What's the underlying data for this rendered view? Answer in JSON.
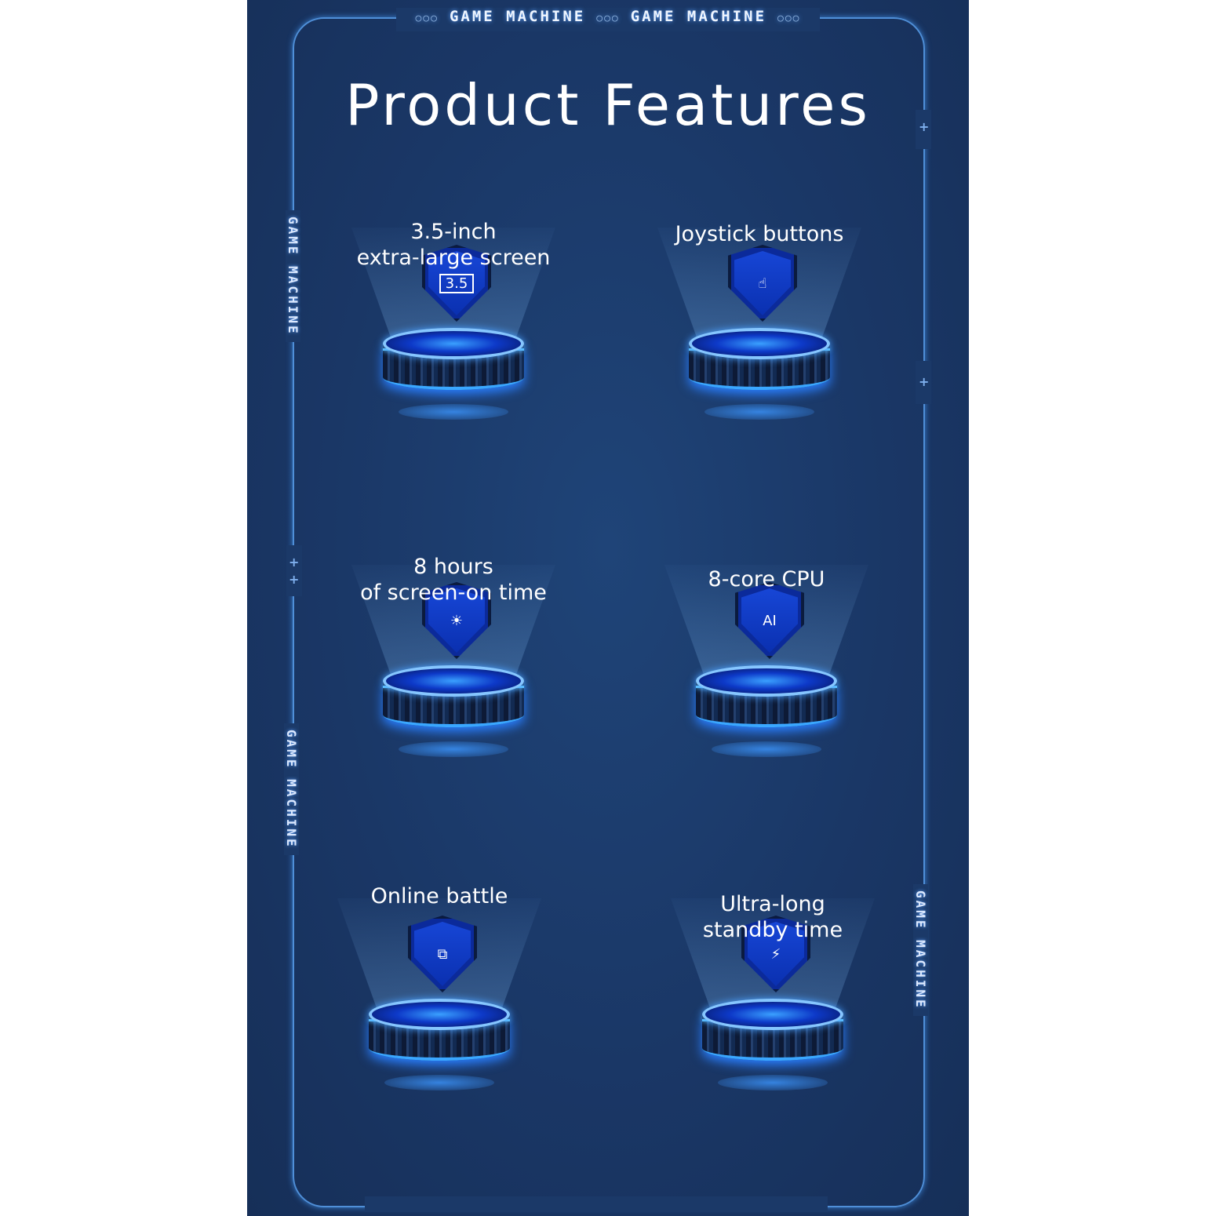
{
  "header": {
    "brand_repeat": [
      "GAME MACHINE",
      "GAME MACHINE"
    ],
    "dots": "○○○"
  },
  "title": "Product Features",
  "side_labels": [
    "GAME MACHINE",
    "GAME MACHINE",
    "GAME MACHINE"
  ],
  "features": [
    {
      "icon": "screen-size-icon",
      "icon_text": "3.5",
      "lines": [
        "3.5-inch",
        "extra-large screen"
      ]
    },
    {
      "icon": "touch-finger-icon",
      "icon_text": "",
      "lines": [
        "Joystick buttons"
      ]
    },
    {
      "icon": "monitor-brightness-icon",
      "icon_text": "",
      "lines": [
        "8 hours",
        "of screen-on time"
      ]
    },
    {
      "icon": "ai-chip-icon",
      "icon_text": "",
      "lines": [
        "8-core CPU"
      ]
    },
    {
      "icon": "network-icon",
      "icon_text": "",
      "lines": [
        "Online battle"
      ]
    },
    {
      "icon": "battery-icon",
      "icon_text": "",
      "lines": [
        "Ultra-long",
        "standby time"
      ]
    }
  ],
  "colors": {
    "background": "#1a3766",
    "accent": "#4f8fd8",
    "glow": "#3aa7ff"
  }
}
